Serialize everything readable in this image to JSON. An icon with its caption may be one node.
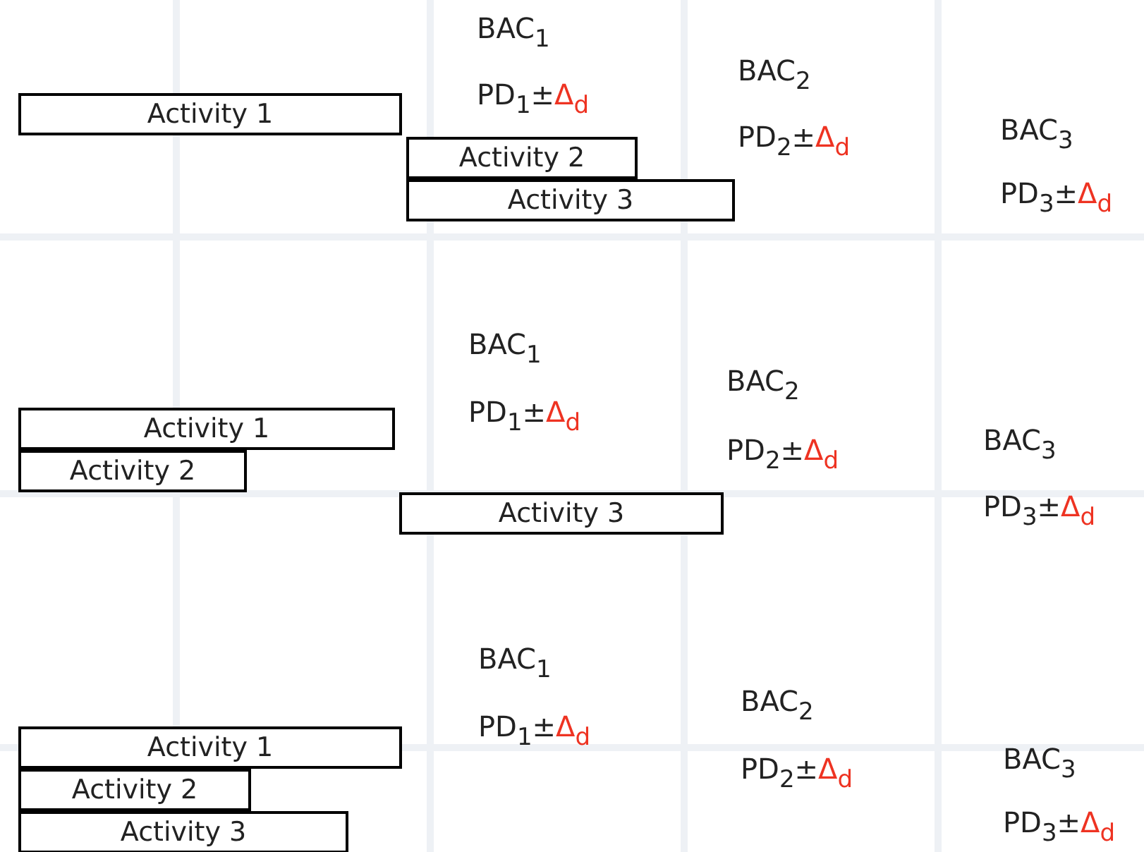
{
  "diagram": {
    "nodes": [
      {
        "text": [
          "Activity 1"
        ]
      },
      {
        "text": [
          "Activity 2"
        ]
      },
      {
        "text": [
          "Activity 3"
        ]
      },
      {
        "text": [
          "Activity 1"
        ]
      },
      {
        "text": [
          "Activity 2"
        ]
      },
      {
        "text": [
          "Activity 3"
        ]
      },
      {
        "text": [
          "Activity 1"
        ]
      },
      {
        "text": [
          "Activity 2"
        ]
      },
      {
        "text": [
          "Activity 3"
        ]
      }
    ],
    "labels": [
      "BAC$_{1}$",
      "PD$_{1}$±",
      "Δ$_{d}$",
      "BAC$_{2}$",
      "PD$_{2}$±",
      "Δ$_{d}$",
      "BAC$_{3}$",
      "PD$_{3}$±",
      "Δ$_{d}$",
      "BAC$_{1}$",
      "PD$_{1}$±",
      "Δ$_{d}$",
      "BAC$_{2}$",
      "PD$_{2}$±",
      "Δ$_{d}$",
      "BAC$_{3}$",
      "PD$_{3}$±",
      "Δ$_{d}$",
      "BAC$_{1}$",
      "PD$_{1}$±",
      "Δ$_{d}$",
      "BAC$_{2}$",
      "PD$_{2}$±",
      "Δ$_{d}$",
      "BAC$_{3}$",
      "PD$_{3}$±",
      "Δ$_{d}$"
    ]
  }
}
